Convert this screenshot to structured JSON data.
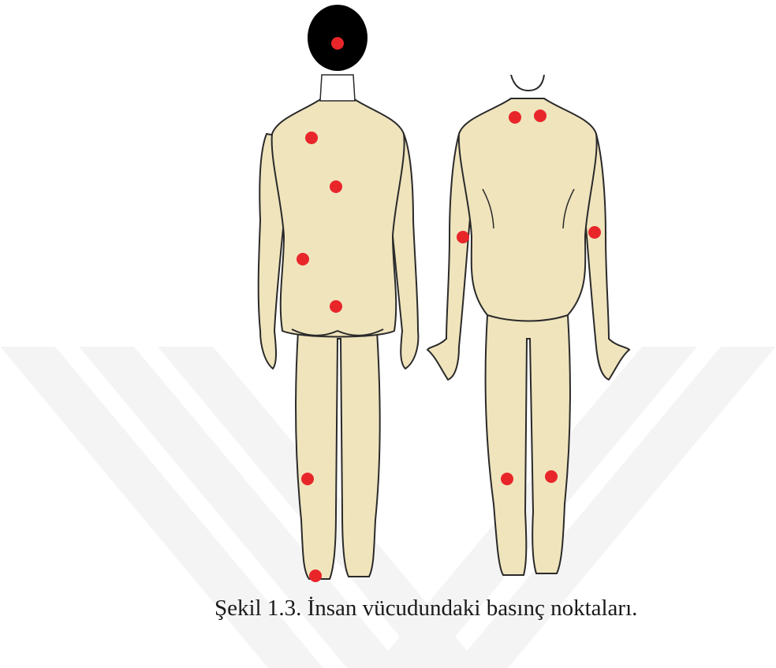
{
  "figure": {
    "caption": "Şekil 1.3. İnsan vücudundaki basınç noktaları.",
    "colors": {
      "skin": "#f0e4bd",
      "outline": "#2a2a2a",
      "hair": "#000000",
      "pressure_point": "#e8262a",
      "watermark": "#f4f4f4"
    },
    "back_view": {
      "pressure_points": [
        "head",
        "shoulder-blade",
        "spine-upper",
        "elbow",
        "sacrum",
        "calf",
        "heel"
      ]
    },
    "front_view": {
      "pressure_points": [
        "neck-left",
        "neck-right",
        "arm-right",
        "arm-left",
        "knee-right",
        "knee-left"
      ]
    }
  }
}
